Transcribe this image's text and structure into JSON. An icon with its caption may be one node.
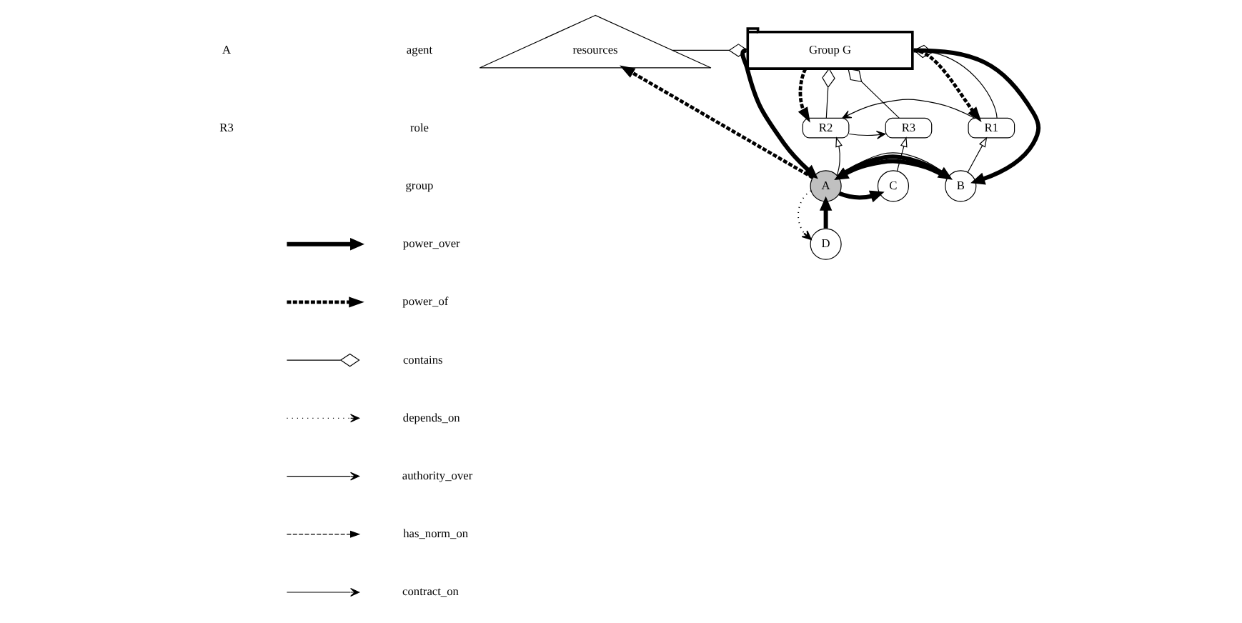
{
  "diagram": {
    "nodes": [
      {
        "text": [
          "resources"
        ]
      },
      {
        "text": [
          "Group G"
        ]
      },
      {
        "text": [
          "R3"
        ]
      },
      {
        "text": [
          "R2"
        ]
      },
      {
        "text": [
          "R1"
        ]
      },
      {
        "text": [
          "C"
        ]
      },
      {
        "text": [
          "A"
        ]
      },
      {
        "text": [
          "B"
        ]
      },
      {
        "text": [
          "D"
        ]
      }
    ],
    "edges": [
      {
        "from": 0,
        "to": 1,
        "arrow": "other"
      },
      {
        "from": 2,
        "to": 1,
        "arrow": "other"
      },
      {
        "from": 3,
        "to": 1,
        "arrow": "other"
      },
      {
        "from": 4,
        "to": 1,
        "arrow": "other"
      },
      {
        "from": 1,
        "to": 6,
        "arrow": "to",
        "style": "thick"
      },
      {
        "from": 1,
        "to": 3,
        "arrow": "to",
        "style": "dashed"
      },
      {
        "from": 1,
        "to": 4,
        "arrow": "to",
        "style": "dashed"
      },
      {
        "from": 1,
        "to": 7,
        "arrow": "to",
        "style": "thick"
      },
      {
        "from": 4,
        "to": 3,
        "arrow": "to"
      },
      {
        "from": 3,
        "to": 2,
        "arrow": "to"
      },
      {
        "from": 5,
        "to": 2,
        "arrow": "to"
      },
      {
        "from": 6,
        "to": 3,
        "arrow": "to"
      },
      {
        "from": 7,
        "to": 4,
        "arrow": "to"
      },
      {
        "from": 6,
        "to": 5,
        "arrow": "to",
        "style": "thick"
      },
      {
        "from": 7,
        "to": 6,
        "arrow": "to",
        "style": "thick"
      },
      {
        "from": 6,
        "to": 7,
        "arrow": "to",
        "style": "thick"
      },
      {
        "from": 6,
        "to": 0,
        "arrow": "to",
        "style": "dashed"
      },
      {
        "from": 6,
        "to": 8,
        "arrow": "to",
        "style": "dashed"
      },
      {
        "from": 8,
        "to": 6,
        "arrow": "to",
        "style": "thick"
      },
      {
        "from": 7,
        "to": 6,
        "arrow": "to"
      }
    ],
    "labels": [
      "A",
      "R3"
    ],
    "legend": [
      {
        "text": "agent"
      },
      {
        "text": "role"
      },
      {
        "text": "group"
      },
      {
        "text": "power_over"
      },
      {
        "text": "power_of"
      },
      {
        "text": "contains"
      },
      {
        "text": "depends_on"
      },
      {
        "text": "authority_over"
      },
      {
        "text": "has_norm_on"
      },
      {
        "text": "contract_on"
      }
    ]
  }
}
